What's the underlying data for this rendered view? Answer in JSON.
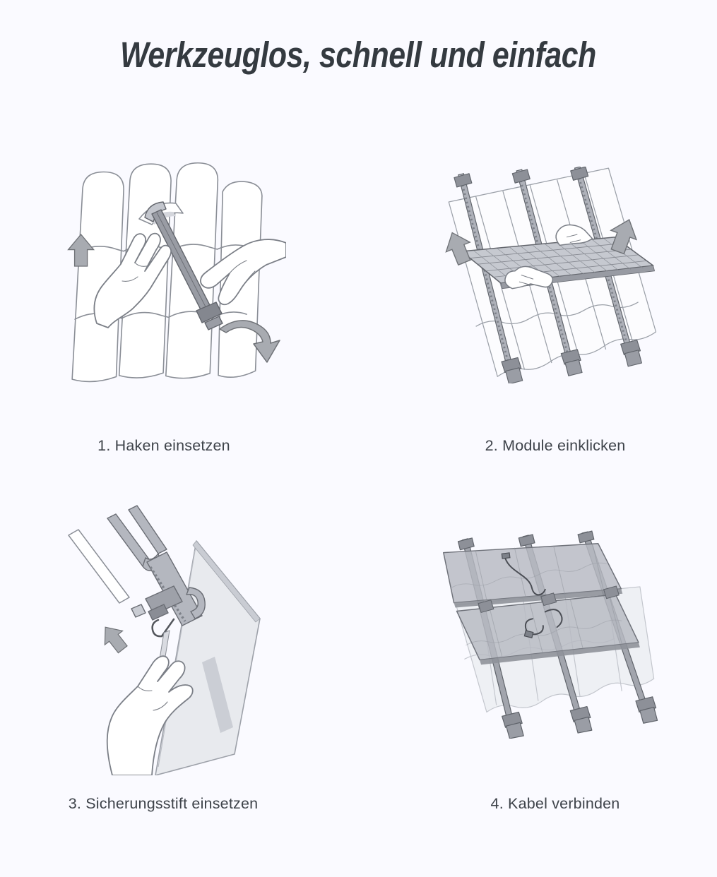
{
  "page": {
    "title": "Werkzeuglos, schnell und einfach",
    "background_color": "#fafaff",
    "title_color": "#343a40",
    "caption_color": "#3e434a",
    "line_art_color": "#7d8189",
    "arrow_fill_color": "#a8abb1",
    "hardware_fill_color": "#9a9da5",
    "module_fill_color": "#c6c9d0"
  },
  "steps": [
    {
      "index": "1",
      "caption": "1. Haken einsetzen",
      "illustration": "hook-insertion-illustration"
    },
    {
      "index": "2",
      "caption": "2. Module einklicken",
      "illustration": "module-click-in-illustration"
    },
    {
      "index": "3",
      "caption": "3. Sicherungsstift einsetzen",
      "illustration": "locking-pin-illustration"
    },
    {
      "index": "4",
      "caption": "4. Kabel verbinden",
      "illustration": "cable-connection-illustration"
    }
  ]
}
